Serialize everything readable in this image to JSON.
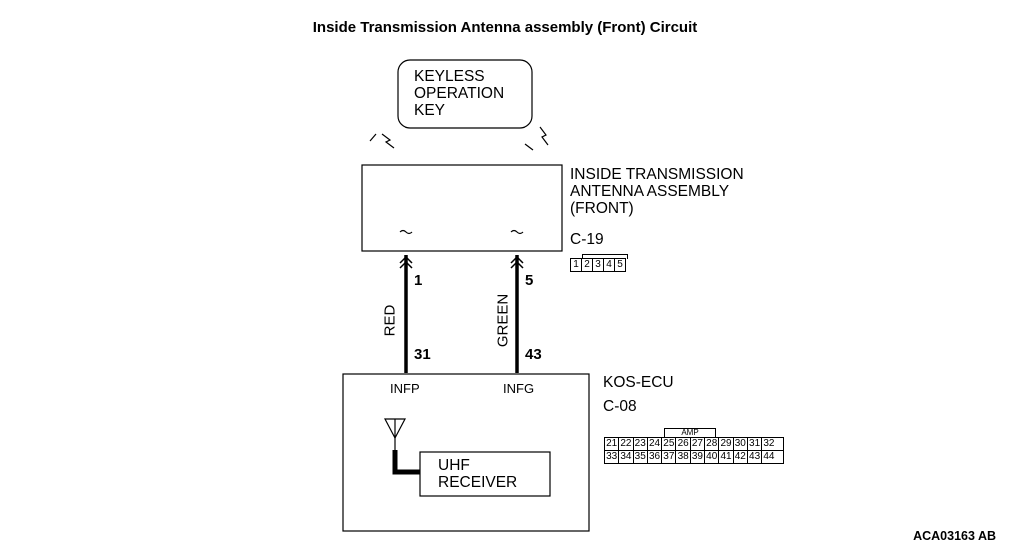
{
  "title": "Inside Transmission Antenna assembly (Front) Circuit",
  "key": {
    "label": "KEYLESS\nOPERATION\nKEY"
  },
  "antenna": {
    "label": "INSIDE TRANSMISSION\nANTENNA ASSEMBLY\n(FRONT)",
    "connector": "C-19",
    "connector_pins": [
      "1",
      "2",
      "3",
      "4",
      "5"
    ]
  },
  "wires": [
    {
      "color": "RED",
      "top_pin": "1",
      "bottom_pin": "31",
      "terminal": "INFP"
    },
    {
      "color": "GREEN",
      "top_pin": "5",
      "bottom_pin": "43",
      "terminal": "INFG"
    }
  ],
  "ecu": {
    "label": "KOS-ECU",
    "connector": "C-08",
    "connector_tag": "AMP",
    "row1": [
      "21",
      "22",
      "23",
      "24",
      "25",
      "26",
      "27",
      "28",
      "29",
      "30",
      "31",
      "32"
    ],
    "row2": [
      "33",
      "34",
      "35",
      "36",
      "37",
      "38",
      "39",
      "40",
      "41",
      "42",
      "43",
      "44"
    ],
    "receiver": "UHF\nRECEIVER"
  },
  "code": "ACA03163 AB"
}
